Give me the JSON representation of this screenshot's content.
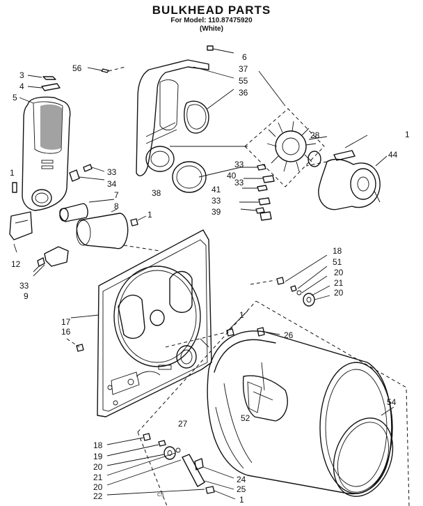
{
  "header": {
    "title": "BULKHEAD PARTS",
    "model_line": "For Model: 110.87475920",
    "variant": "(White)"
  },
  "callouts": {
    "c3": "3",
    "c4": "4",
    "c5": "5",
    "c56": "56",
    "c6": "6",
    "c37": "37",
    "c55": "55",
    "c36": "36",
    "c28": "28",
    "c1a": "1",
    "c44": "44",
    "c1b": "1",
    "c33a": "33",
    "c34": "34",
    "c38": "38",
    "c33b": "33",
    "c40": "40",
    "c33c": "33",
    "c41": "41",
    "c33d": "33",
    "c39": "39",
    "c7": "7",
    "c8": "8",
    "c1c": "1",
    "c12": "12",
    "c33e": "33",
    "c9": "9",
    "c18a": "18",
    "c51": "51",
    "c20a": "20",
    "c21a": "21",
    "c20b": "20",
    "c17": "17",
    "c16": "16",
    "c1d": "1",
    "c26": "26",
    "c54": "54",
    "c52": "52",
    "c27": "27",
    "c18b": "18",
    "c19": "19",
    "c20c": "20",
    "c21b": "21",
    "c20d": "20",
    "c22": "22",
    "c24": "24",
    "c25": "25",
    "c1e": "1"
  },
  "footer_mark": "CS"
}
